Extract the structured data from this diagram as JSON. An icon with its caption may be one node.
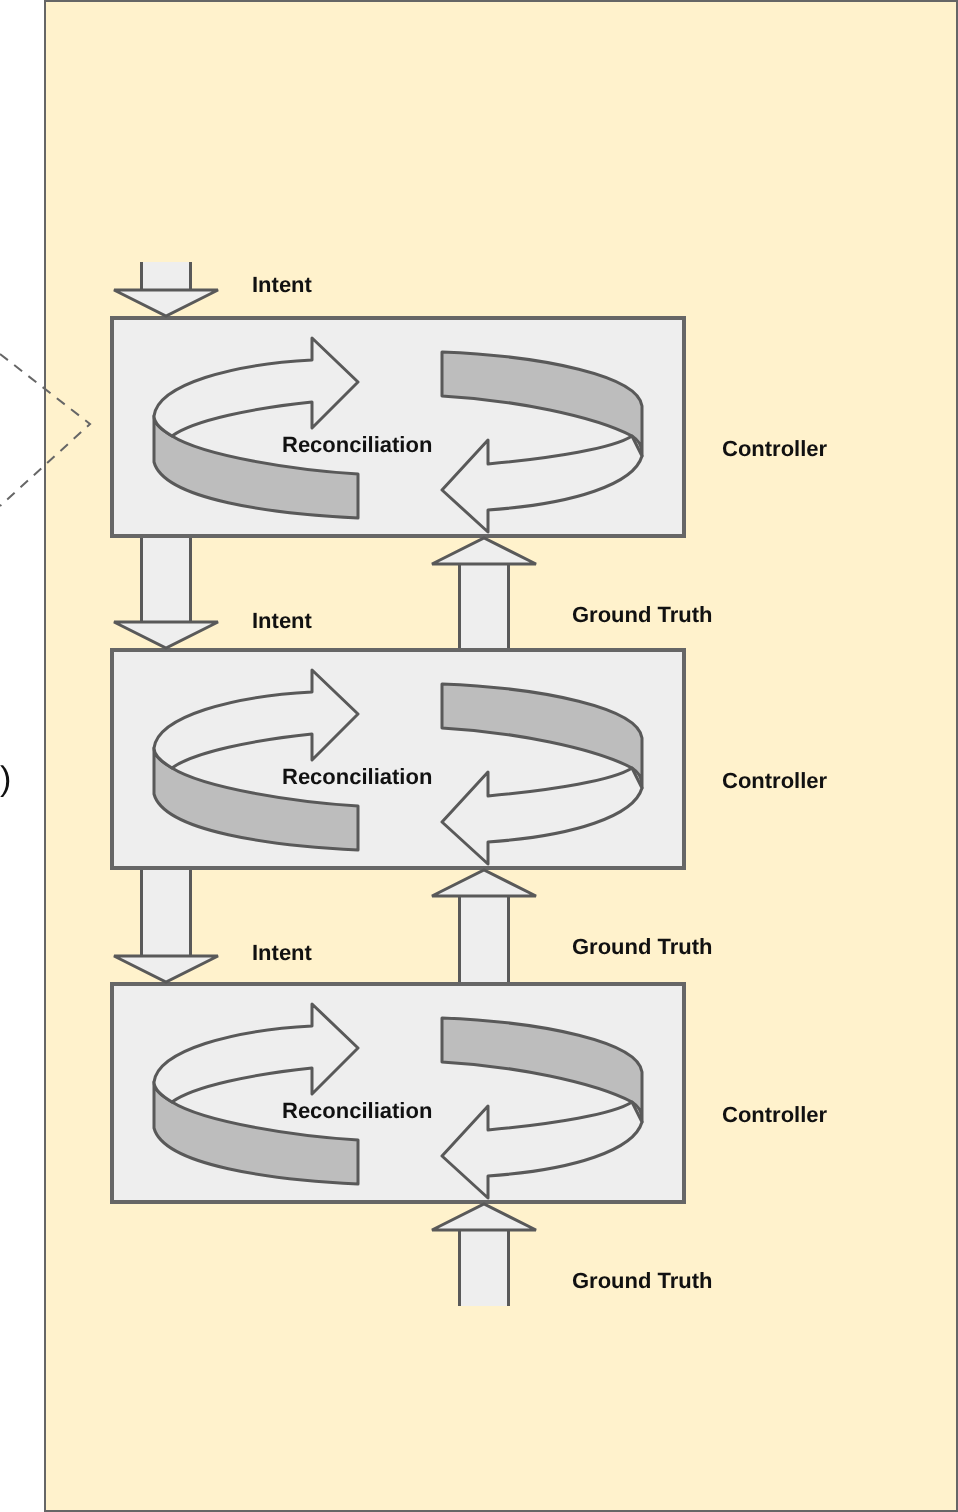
{
  "diagram": {
    "nodes": [
      {
        "text": [],
        "shape": "box"
      },
      {
        "text": [
          "Reconciliation"
        ],
        "beside": [
          "Controller"
        ],
        "in": 0
      },
      {
        "text": [
          "Reconciliation"
        ],
        "beside": [
          "Controller"
        ],
        "in": 0
      },
      {
        "text": [
          "Reconciliation"
        ],
        "beside": [
          "Controller"
        ],
        "in": 0
      }
    ],
    "edges": [
      {
        "from": null,
        "to": 1,
        "arrow": "to",
        "label": "Intent"
      },
      {
        "from": 2,
        "to": 1,
        "arrow": "to",
        "label": "Ground Truth"
      },
      {
        "from": 1,
        "to": 2,
        "arrow": "to",
        "label": "Intent"
      },
      {
        "from": 3,
        "to": 2,
        "arrow": "to",
        "label": "Ground Truth"
      },
      {
        "from": 2,
        "to": 3,
        "arrow": "to",
        "label": "Intent"
      },
      {
        "from": null,
        "to": 3,
        "arrow": "to",
        "label": "Ground Truth"
      }
    ],
    "labels": [
      ")"
    ]
  }
}
